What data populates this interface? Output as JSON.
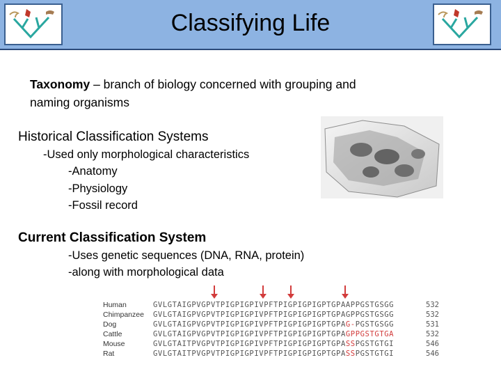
{
  "header": {
    "title": "Classifying Life"
  },
  "taxonomy": {
    "term": "Taxonomy",
    "definition_line1": " – branch of biology concerned with grouping and",
    "definition_line2": "naming organisms"
  },
  "historical": {
    "heading": "Historical Classification Systems",
    "lines": [
      "-Used only morphological characteristics",
      "-Anatomy",
      "-Physiology",
      "-Fossil record"
    ]
  },
  "current": {
    "heading": "Current Classification System",
    "lines": [
      "-Uses genetic sequences (DNA, RNA, protein)",
      "-along with morphological data"
    ]
  },
  "alignment": {
    "rows": [
      {
        "species": "Human",
        "prefix": "GVLGTAIGPVGPVTPIGPIGPIVPFTPIGPIGPIGPTGPA",
        "hl": "",
        "tail": "APPGSTGSGG",
        "num": "532"
      },
      {
        "species": "Chimpanzee",
        "prefix": "GVLGTAIGPVGPVTPIGPIGPIVPFTPIGPIGPIGPTGPA",
        "hl": "",
        "tail": "GPPGSTGSGG",
        "num": "532"
      },
      {
        "species": "Dog",
        "prefix": "GVLGTAIGPVGPVTPIGPIGPIVPFTPIGPIGPIGPTGPA",
        "hl": "G-",
        "tail": "PGSTGSGG",
        "num": "531"
      },
      {
        "species": "Cattle",
        "prefix": "GVLGTAIGPVGPVTPIGPIGPIVPFTPIGPIGPIGPTGPA",
        "hl": "GPPGSTGTGA",
        "tail": "",
        "num": "532"
      },
      {
        "species": "Mouse",
        "prefix": "GVLGTAITPVGPVTPIGPIGPIVPFTPIGPIGPIGPTGPA",
        "hl": "SS",
        "tail": "PGSTGTGI",
        "num": "546"
      },
      {
        "species": "Rat",
        "prefix": "GVLGTAITPVGPVTPIGPIGPIVPFTPIGPIGPIGPTGPA",
        "hl": "SS",
        "tail": "PGSTGTGI",
        "num": "546"
      }
    ]
  },
  "colors": {
    "header_bg": "#8db3e2",
    "highlight": "#d23c3c"
  }
}
